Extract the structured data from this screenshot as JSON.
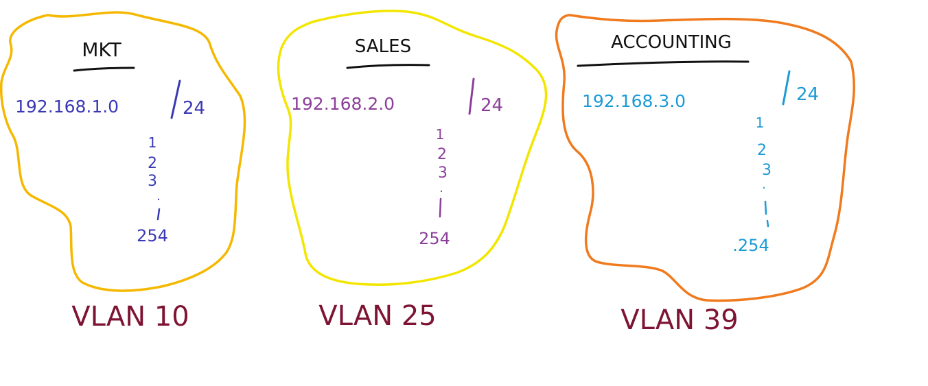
{
  "colors": {
    "mkt_border": "#f5b800",
    "sales_border": "#f2e600",
    "accounting_border": "#f07a1e",
    "mkt_ink": "#3a39b5",
    "sales_ink": "#8c3f99",
    "accounting_ink": "#1a9ad6",
    "title_ink": "#111111",
    "vlan_ink": "#7d1433"
  },
  "groups": [
    {
      "id": "mkt",
      "title": "MKT",
      "network": "192.168.1.0",
      "mask": "24",
      "hosts": [
        "1",
        "2",
        "3",
        ".",
        "254"
      ],
      "vlan": "VLAN 10"
    },
    {
      "id": "sales",
      "title": "SALES",
      "network": "192.168.2.0",
      "mask": "24",
      "hosts": [
        "1",
        "2",
        "3",
        ".",
        "254"
      ],
      "vlan": "VLAN 25"
    },
    {
      "id": "accounting",
      "title": "ACCOUNTING",
      "network": "192.168.3.0",
      "mask": "24",
      "hosts": [
        "1",
        "2",
        "3",
        ".",
        ".254"
      ],
      "vlan": "VLAN 39"
    }
  ]
}
